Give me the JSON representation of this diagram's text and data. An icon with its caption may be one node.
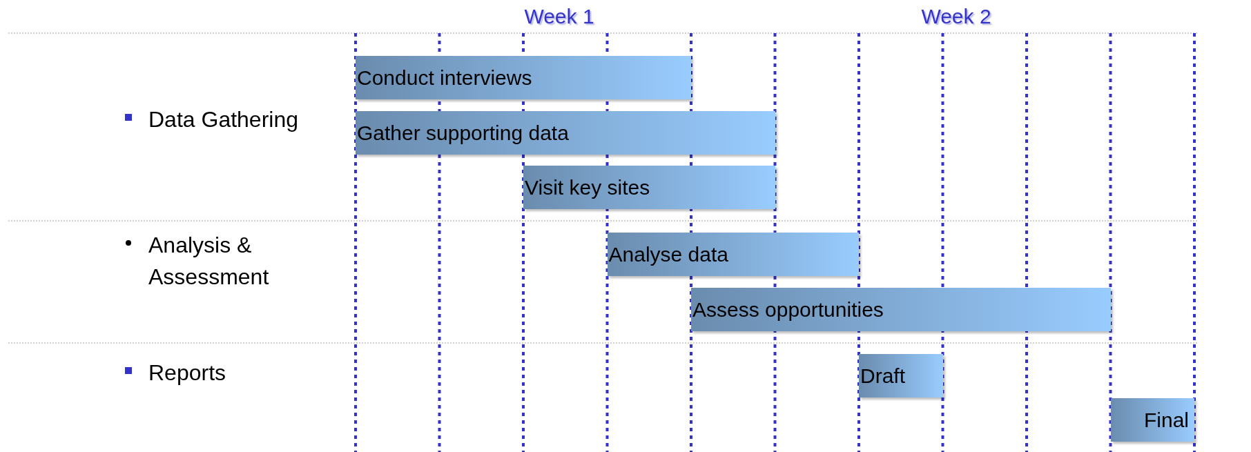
{
  "diagram": {
    "nodes": [
      {
        "text": [
          "Conduct interviews"
        ]
      },
      {
        "text": [
          "Gather supporting data"
        ]
      },
      {
        "text": [
          "Visit key sites"
        ]
      },
      {
        "text": [
          "Analyse data"
        ]
      },
      {
        "text": [
          "Assess opportunities"
        ]
      },
      {
        "text": [
          "Draft"
        ]
      },
      {
        "text": [
          "Final"
        ]
      }
    ],
    "labels": [
      "Week 1",
      "Week 2",
      "Data Gathering",
      "Analysis & Assessment",
      "Reports"
    ]
  }
}
